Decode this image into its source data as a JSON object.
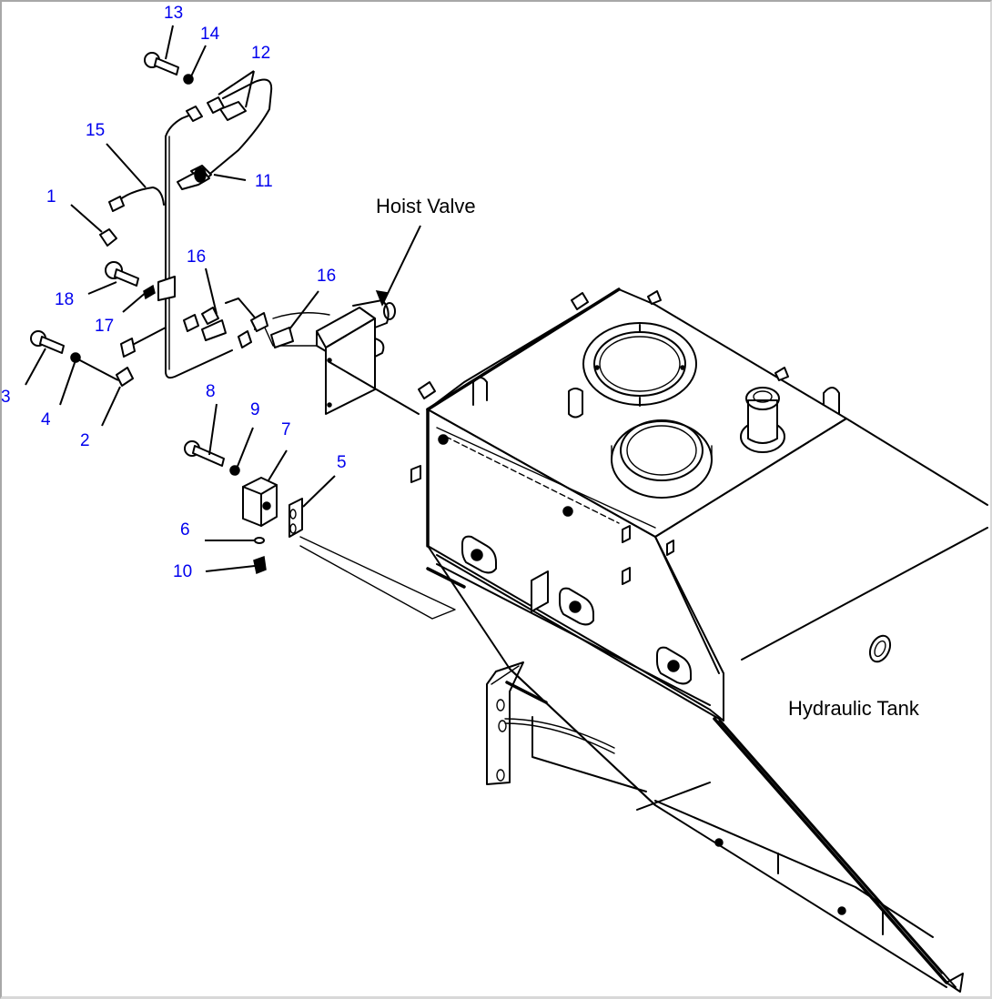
{
  "diagram": {
    "type": "exploded-parts-illustration",
    "colors": {
      "callout": "#0000ee",
      "line": "#000000",
      "background": "#ffffff"
    },
    "labels": {
      "hoist_valve": "Hoist Valve",
      "hydraulic_tank": "Hydraulic Tank"
    },
    "callouts": [
      {
        "id": "c1",
        "text": "1"
      },
      {
        "id": "c2",
        "text": "2"
      },
      {
        "id": "c3",
        "text": "3"
      },
      {
        "id": "c4",
        "text": "4"
      },
      {
        "id": "c5",
        "text": "5"
      },
      {
        "id": "c6",
        "text": "6"
      },
      {
        "id": "c7",
        "text": "7"
      },
      {
        "id": "c8",
        "text": "8"
      },
      {
        "id": "c9",
        "text": "9"
      },
      {
        "id": "c10",
        "text": "10"
      },
      {
        "id": "c11",
        "text": "11"
      },
      {
        "id": "c12",
        "text": "12"
      },
      {
        "id": "c13",
        "text": "13"
      },
      {
        "id": "c14",
        "text": "14"
      },
      {
        "id": "c15",
        "text": "15"
      },
      {
        "id": "c16a",
        "text": "16"
      },
      {
        "id": "c16b",
        "text": "16"
      },
      {
        "id": "c17",
        "text": "17"
      },
      {
        "id": "c18",
        "text": "18"
      }
    ]
  }
}
